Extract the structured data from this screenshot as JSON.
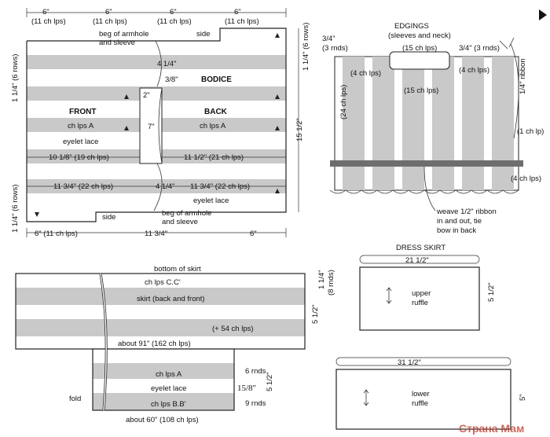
{
  "bodice": {
    "top_dims": [
      "6\"",
      "6\"",
      "6\"",
      "6\""
    ],
    "top_lps": [
      "(11 ch lps)",
      "(11 ch lps)",
      "(11 ch lps)",
      "(11 ch lps)"
    ],
    "beg_armhole_top": [
      "beg of armhole",
      "and sleeve"
    ],
    "side_top": "side",
    "dim_4_14": "4 1/4\"",
    "dim_3_8": "3/8\"",
    "title": "BODICE",
    "dim_2": "2\"",
    "front": "FRONT",
    "back": "BACK",
    "chlpsA_left": "ch lps A",
    "dim_7": "7\"",
    "chlpsA_right": "ch lps A",
    "eyelet": "eyelet lace",
    "dim_10_18": "10 1/8\" (19 ch lps)",
    "dim_11_12": "11 1/2\" (21 ch lps)",
    "dim_11_34_left": "11 3/4\" (22 ch lps)",
    "dim_4_14b": "4 1/4\"",
    "dim_11_34_right": "11 3/4\" (22 ch lps)",
    "eyelet_lace_b": "eyelet lace",
    "side_bottom": "side",
    "beg_armhole_bottom": [
      "beg of armhole",
      "and sleeve"
    ],
    "bottom_6_left": "6\" (11 ch lps)",
    "bottom_11_34": "11 3/4\"",
    "bottom_6_right": "6\"",
    "left_rows_top": "1 1/4\" (6 rows)",
    "left_rows_bottom": "1 1/4\" (6 rows)",
    "right_rows": "1 1/4\" (6 rows)",
    "right_15_12": "15 1/2\""
  },
  "edgings": {
    "title": [
      "EDGINGS",
      "(sleeves and neck)"
    ],
    "top_15": "(15 ch lps)",
    "dim_34_left": [
      "3/4\"",
      "(3 rnds)"
    ],
    "dim_34_right": "3/4\" (3 rnds)",
    "four_left": "(4 ch lps)",
    "four_right": "(4 ch lps)",
    "mid_15": "(15 ch lps)",
    "left_24": "(24 ch lps)",
    "ribbon": "1/4\" ribbon",
    "one_chlp": "(1 ch lp)",
    "four_bottom": "(4 ch lps)",
    "weave": [
      "weave 1/2\" ribbon",
      "in and out, tie",
      "bow in back"
    ]
  },
  "skirt": {
    "bottom_of_skirt": "bottom of skirt",
    "chlps_cc": "ch lps C.C'",
    "skirt_label": "skirt (back and front)",
    "plus54": "(+ 54 ch lps)",
    "about91": "about 91\" (162 ch lps)",
    "dim_1_14": "1 1/4\"",
    "dim_8_rnds": "(8 rnds)",
    "dim_5_12": "5 1/2\"",
    "chlpsA": "ch lps A",
    "eyelet": "eyelet lace",
    "chlpsBB": "ch lps B.B'",
    "six_rnds": "6 rnds",
    "nine_rnds": "9 rnds",
    "dim_1_58": "15/8\"",
    "dim_5_12b": "5 1/2\"",
    "fold": "fold",
    "about60": "about 60\" (108 ch lps)"
  },
  "dress_skirt": {
    "title": "DRESS SKIRT",
    "width_upper": "21 1/2\"",
    "upper_label": [
      "upper",
      "ruffle"
    ],
    "height_upper": "5 1/2\"",
    "width_lower": "31 1/2\"",
    "lower_label": [
      "lower",
      "ruffle"
    ],
    "height_lower": "5\""
  },
  "watermark": "Страна Мам"
}
